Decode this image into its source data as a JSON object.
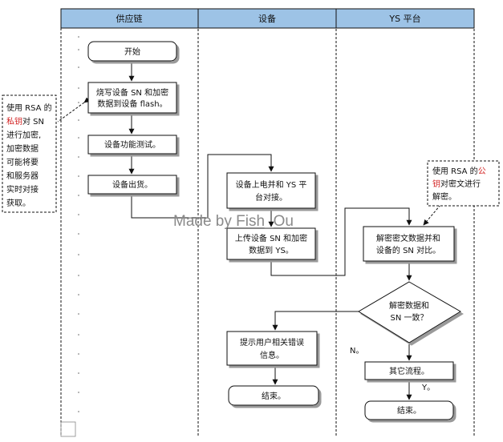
{
  "lanes": [
    "供应链",
    "设备",
    "YS 平台"
  ],
  "supply": {
    "start": "开始",
    "burn": [
      "烧写设备 SN 和加密",
      "数据到设备 flash。"
    ],
    "test": "设备功能测试。",
    "ship": "设备出货。"
  },
  "device": {
    "poweron": [
      "设备上电并和 YS 平",
      "台对接。"
    ],
    "upload": [
      "上传设备 SN 和加密",
      "数据到 YS。"
    ],
    "error": [
      "提示用户相关错误",
      "信息。"
    ],
    "end": "结束。"
  },
  "platform": {
    "decrypt": [
      "解密密文数据并和",
      "设备的 SN 对比。"
    ],
    "decision": [
      "解密数据和",
      "SN 一致？"
    ],
    "other": "其它流程。",
    "end": "结束。",
    "no_label": "N。",
    "yes_label": "Y。"
  },
  "notes": {
    "left": {
      "line1": "使用 RSA 的",
      "line2_red": "私钥",
      "line2_rest": "对 SN",
      "line3": "进行加密,",
      "line4": "加密数据",
      "line5": "可能将要",
      "line6": "和服务器",
      "line7": "实时对接",
      "line8": "获取。"
    },
    "right": {
      "line1": "使用 RSA 的",
      "line1_red": "公",
      "line2_red": "钥",
      "line2_rest": "对密文进行",
      "line3": "解密。"
    }
  },
  "watermark": "Made by Fish_Ou",
  "colors": {
    "header": "#9dc3e6",
    "accent_red": "#d21f1f"
  }
}
